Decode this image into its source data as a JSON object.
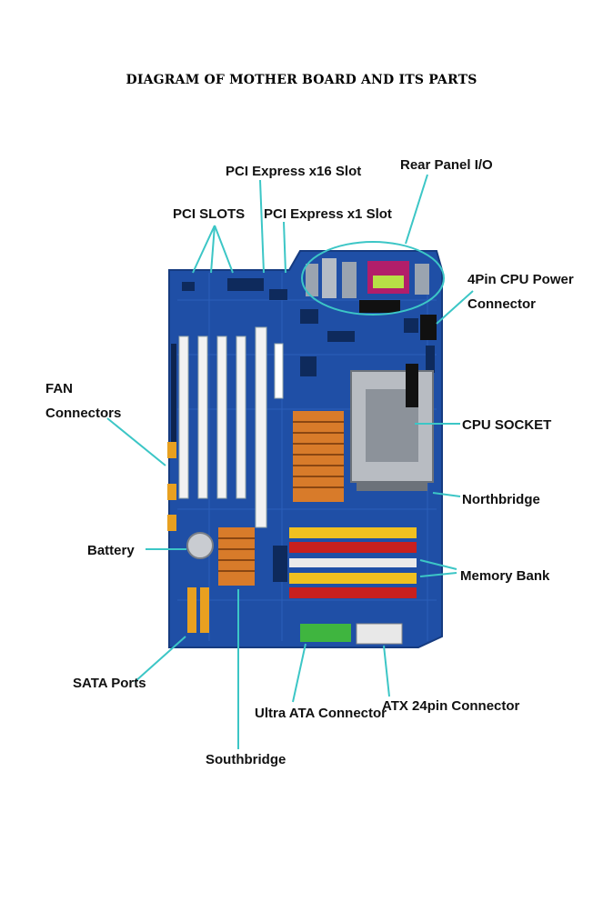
{
  "title": "DIAGRAM OF MOTHER BOARD AND ITS PARTS",
  "labels": {
    "pcie16": "PCI Express x16 Slot",
    "rear_io": "Rear Panel I/O",
    "pci_slots": "PCI SLOTS",
    "pcie1": "PCI Express x1 Slot",
    "cpu_power_1": "4Pin CPU Power",
    "cpu_power_2": "Connector",
    "fan_1": "FAN",
    "fan_2": "Connectors",
    "cpu_socket": "CPU SOCKET",
    "northbridge": "Northbridge",
    "battery": "Battery",
    "memory_bank": "Memory Bank",
    "sata": "SATA Ports",
    "ultra_ata": "Ultra ATA Connector",
    "atx24": "ATX 24pin Connector",
    "southbridge": "Southbridge"
  },
  "colors": {
    "board": "#1f4fa6",
    "board_dark": "#163b80",
    "leader": "#3cc6c6",
    "ram_red": "#c8201e",
    "ram_yellow": "#f0c020",
    "heatsink": "#d87b2a",
    "sata_orange": "#e8a020",
    "ide_green": "#3fb53f"
  }
}
